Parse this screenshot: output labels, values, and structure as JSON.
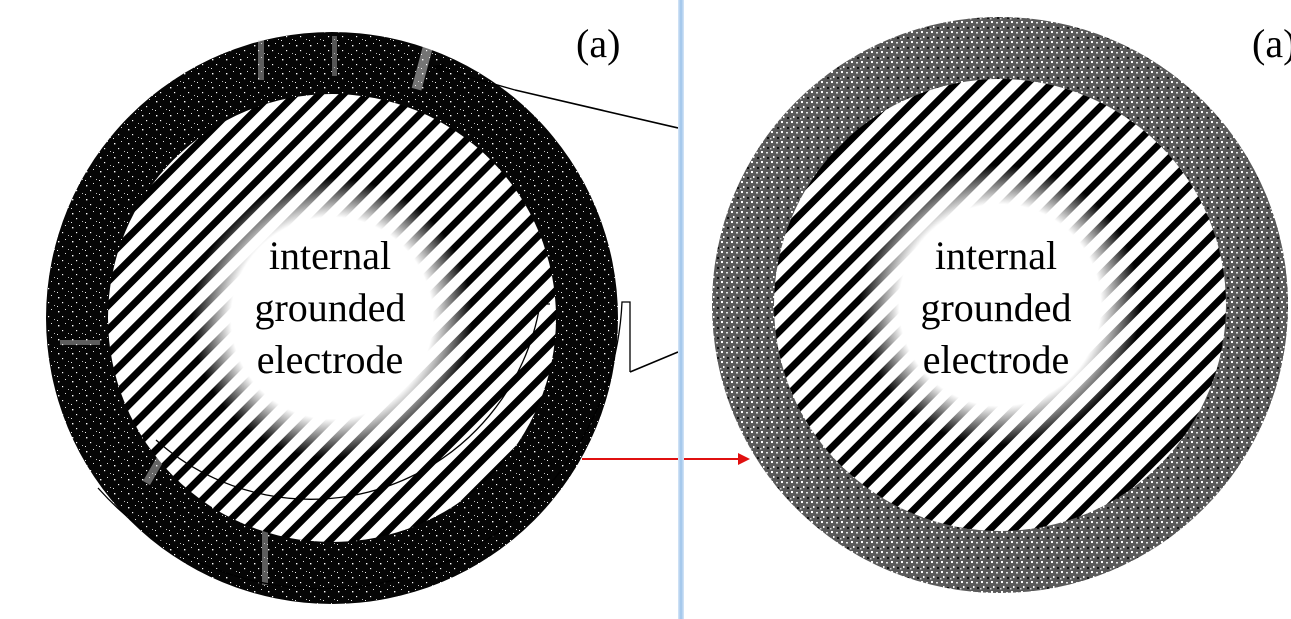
{
  "panels": {
    "left": {
      "label": "(a)",
      "electrode_lines": [
        "internal",
        "grounded",
        "electrode"
      ]
    },
    "right": {
      "label": "(a)",
      "electrode_lines": [
        "internal",
        "grounded",
        "electrode"
      ]
    }
  },
  "colors": {
    "divider": "#9cc3ea",
    "arrow": "#e01010",
    "ring_dark": "#000000",
    "ring_light": "#7a7a7a"
  },
  "icons": [
    "connector-arrow",
    "red-arrow"
  ]
}
